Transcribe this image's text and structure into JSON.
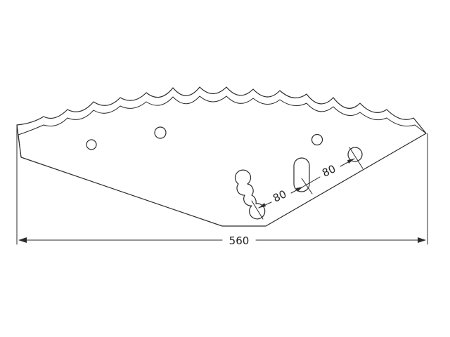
{
  "dimensions": {
    "overall_width": "560",
    "hole_spacing_left": "80",
    "hole_spacing_right": "80"
  },
  "colors": {
    "stroke": "#2b2b2b",
    "background": "#ffffff"
  }
}
